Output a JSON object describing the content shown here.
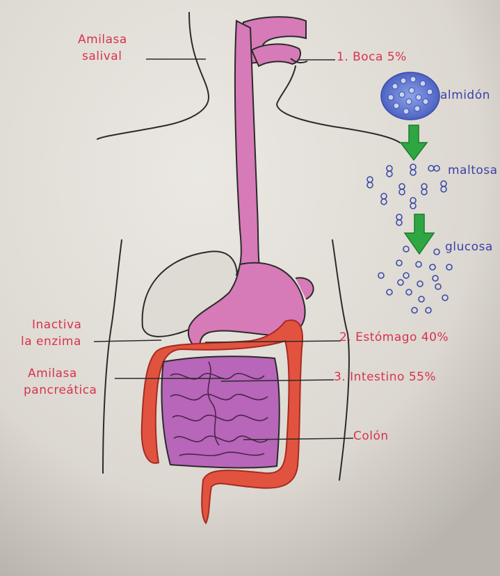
{
  "labels": {
    "amilasa_salival_1": "Amilasa",
    "amilasa_salival_2": "salival",
    "boca": "1. Boca 5%",
    "almidon": "almidón",
    "maltosa": "maltosa",
    "glucosa": "glucosa",
    "inactiva_1": "Inactiva",
    "inactiva_2": "la enzima",
    "amilasa_pancreatica_1": "Amilasa",
    "amilasa_pancreatica_2": "pancreática",
    "estomago": "2. Estómago 40%",
    "intestino": "3. Intestino 55%",
    "colon": "Colón"
  },
  "colors": {
    "label_text": "#d8324e",
    "molecule_text": "#3a3fa8",
    "esophagus_stomach": "#d77ab8",
    "small_intestine": "#b766b9",
    "colon": "#e2533f",
    "arrow": "#2ea743",
    "molecules": "#5a68c8"
  }
}
